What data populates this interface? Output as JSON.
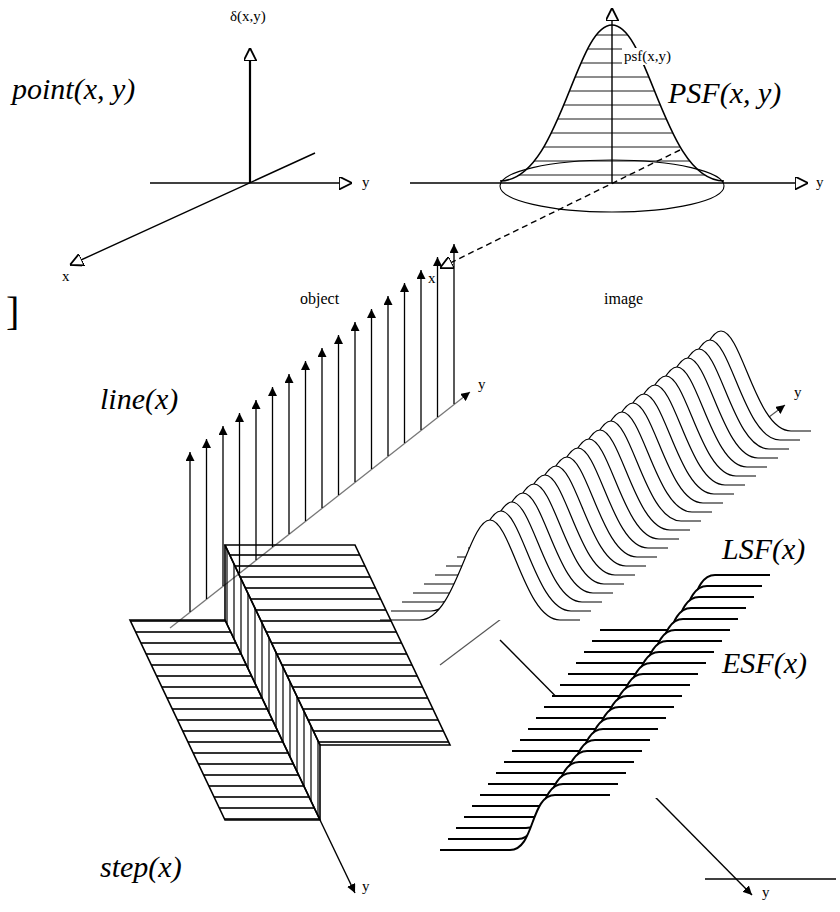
{
  "diagram": {
    "labels": [
      "δ(x,y)",
      "psf(x,y)",
      "point(x, y)",
      "PSF(x, y)",
      "y",
      "y",
      "x",
      "x",
      "]",
      "object",
      "image",
      "line(x)",
      "y",
      "y",
      "LSF(x)",
      "ESF(x)",
      "step(x)",
      "y",
      "y"
    ]
  }
}
